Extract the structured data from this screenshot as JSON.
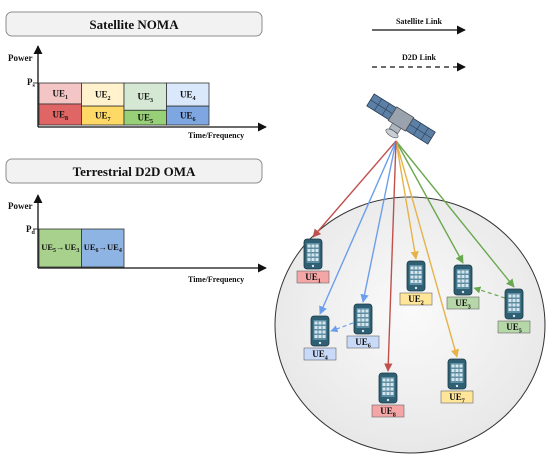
{
  "panels": {
    "noma_title": "Satellite NOMA",
    "oma_title": "Terrestrial D2D OMA"
  },
  "axes": {
    "power_label": "Power",
    "time_label": "Time/Frequency",
    "ps_label": "P",
    "ps_sub": "s",
    "pd_label": "P",
    "pd_sub": "d"
  },
  "noma_blocks": [
    {
      "top": {
        "base": "UE",
        "sub": "1"
      },
      "bottom": {
        "base": "UE",
        "sub": "8"
      },
      "top_color": "#f4c5c5",
      "bottom_color": "#e06666",
      "top_share": 0.5
    },
    {
      "top": {
        "base": "UE",
        "sub": "2"
      },
      "bottom": {
        "base": "UE",
        "sub": "7"
      },
      "top_color": "#fff2cc",
      "bottom_color": "#ffd966",
      "top_share": 0.55
    },
    {
      "top": {
        "base": "UE",
        "sub": "3"
      },
      "bottom": {
        "base": "UE",
        "sub": "5"
      },
      "top_color": "#d5e8d4",
      "bottom_color": "#97d077",
      "top_share": 0.65
    },
    {
      "top": {
        "base": "UE",
        "sub": "4"
      },
      "bottom": {
        "base": "UE",
        "sub": "6"
      },
      "top_color": "#dae8fc",
      "bottom_color": "#7ea6e0",
      "top_share": 0.55
    }
  ],
  "oma_blocks": [
    {
      "from": {
        "base": "UE",
        "sub": "5"
      },
      "to": {
        "base": "UE",
        "sub": "3"
      },
      "arrow": "→",
      "color": "#a9d18e"
    },
    {
      "from": {
        "base": "UE",
        "sub": "6"
      },
      "to": {
        "base": "UE",
        "sub": "4"
      },
      "arrow": "→",
      "color": "#8eb4e3"
    }
  ],
  "legend": {
    "satellite_link": "Satellite Link",
    "d2d_link": "D2D Link"
  },
  "ues": [
    {
      "id": "UE1",
      "base": "UE",
      "sub": "1",
      "label_color": "#f4a6a6",
      "link_color": "#c0504d"
    },
    {
      "id": "UE2",
      "base": "UE",
      "sub": "2",
      "label_color": "#ffe699",
      "link_color": "#e6b34a"
    },
    {
      "id": "UE3",
      "base": "UE",
      "sub": "3",
      "label_color": "#b6d7a8",
      "link_color": "#6aa84f"
    },
    {
      "id": "UE4",
      "base": "UE",
      "sub": "4",
      "label_color": "#c9daf8",
      "link_color": "#6d9eeb"
    },
    {
      "id": "UE5",
      "base": "UE",
      "sub": "5",
      "label_color": "#b6d7a8",
      "link_color": "#6aa84f"
    },
    {
      "id": "UE6",
      "base": "UE",
      "sub": "6",
      "label_color": "#c9daf8",
      "link_color": "#6d9eeb"
    },
    {
      "id": "UE7",
      "base": "UE",
      "sub": "7",
      "label_color": "#ffe699",
      "link_color": "#e6b34a"
    },
    {
      "id": "UE8",
      "base": "UE",
      "sub": "8",
      "label_color": "#f4a6a6",
      "link_color": "#c0504d"
    }
  ],
  "colors": {
    "red_link": "#c0504d",
    "blue_link": "#6d9eeb",
    "yellow_link": "#e6b34a",
    "green_link": "#6aa84f",
    "phone": "#2f5f72",
    "cell": "#f2f2f2"
  }
}
